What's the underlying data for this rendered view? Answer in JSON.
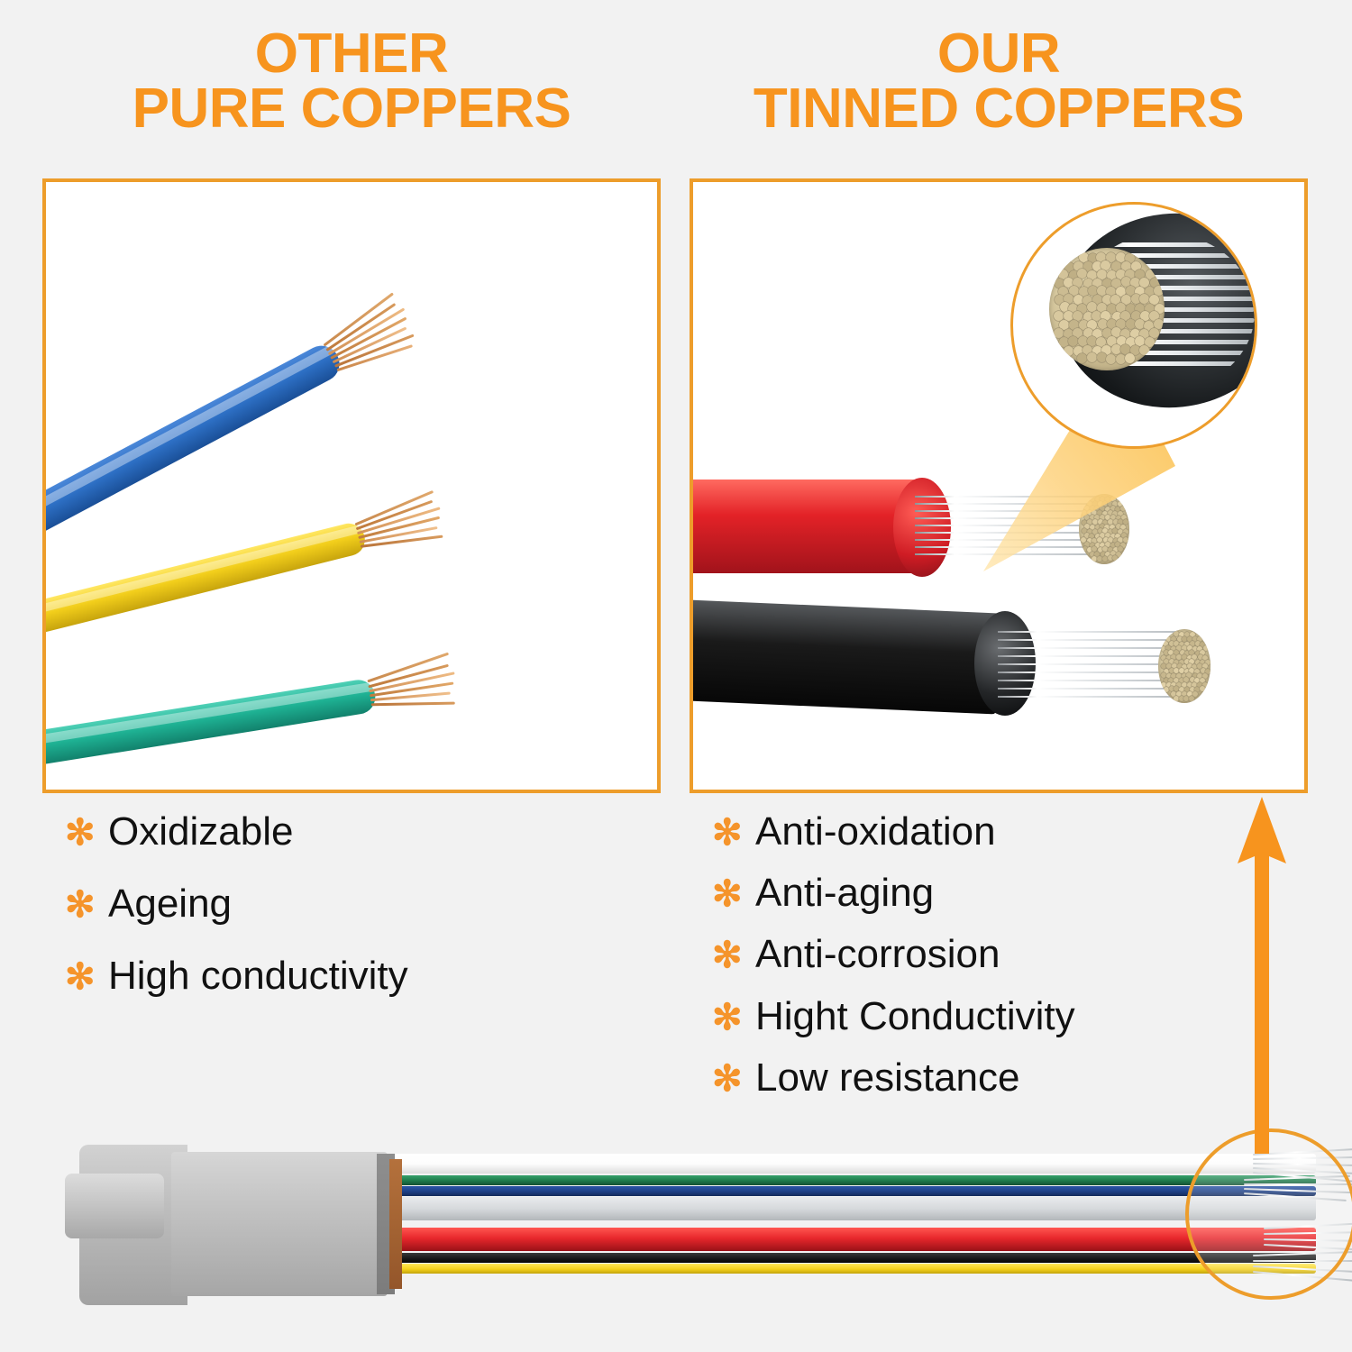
{
  "theme": {
    "background": "#f2f2f2",
    "accent_orange": "#F7941E",
    "border_orange": "#ED9D2B",
    "bullet_orange": "#F5942B",
    "text_black": "#111111"
  },
  "headings": {
    "left": {
      "line1": "OTHER",
      "line2": "PURE COPPERS"
    },
    "right": {
      "line1": "OUR",
      "line2": "TINNED COPPERS"
    }
  },
  "panels": {
    "left": {
      "name": "pure-copper-wires-photo",
      "wires": [
        {
          "label": "blue-wire",
          "jacket_color": "#2D6FC4",
          "conductor": "bare-copper"
        },
        {
          "label": "yellow-wire",
          "jacket_color": "#F2CE1B",
          "conductor": "bare-copper"
        },
        {
          "label": "green-wire",
          "jacket_color": "#1EB193",
          "conductor": "bare-copper"
        }
      ],
      "copper_color": "#C97F3F"
    },
    "right": {
      "name": "tinned-copper-cables-photo",
      "cables": [
        {
          "label": "red-cable",
          "jacket_color": "#E32227",
          "conductor": "tinned-copper"
        },
        {
          "label": "black-cable",
          "jacket_color": "#1A1A1A",
          "conductor": "tinned-copper"
        }
      ],
      "magnifier": {
        "label": "cross-section-magnifier",
        "shows": "tinned-copper-strand-cross-section",
        "core_color": "#CDBF97",
        "tin_color": "#DFE3E6",
        "insulation_color": "#1A1C1E"
      }
    }
  },
  "features": {
    "left_label": "other-pure-coppers-features",
    "left": [
      "Oxidizable",
      "Ageing",
      "High conductivity"
    ],
    "right_label": "our-tinned-coppers-features",
    "right": [
      "Anti-oxidation",
      "Anti-aging",
      "Anti-corrosion",
      "Hight Conductivity",
      "Low resistance"
    ],
    "bullet_glyph": "✻"
  },
  "callout": {
    "arrow": {
      "name": "up-arrow",
      "direction": "up",
      "color": "#F7941E"
    },
    "highlight_circle": {
      "name": "stripped-ends-highlight-circle",
      "color": "#ED9D2B"
    }
  },
  "connector": {
    "name": "gray-connector-housing",
    "housing_color": "#B4B4B4",
    "latch": "latch-tab",
    "wires": [
      {
        "label": "white-wire",
        "color": "#FCFCFC"
      },
      {
        "label": "green-wire",
        "color": "#1E7A4B"
      },
      {
        "label": "blue-wire",
        "color": "#1D3F84"
      },
      {
        "label": "gray-wire",
        "color": "#C8CBCE"
      },
      {
        "label": "red-wire",
        "color": "#E8272C"
      },
      {
        "label": "black-wire",
        "color": "#1A1A1A"
      },
      {
        "label": "yellow-wire",
        "color": "#F5D11B"
      }
    ],
    "stripped_ends": "tinned-silver-strands"
  }
}
